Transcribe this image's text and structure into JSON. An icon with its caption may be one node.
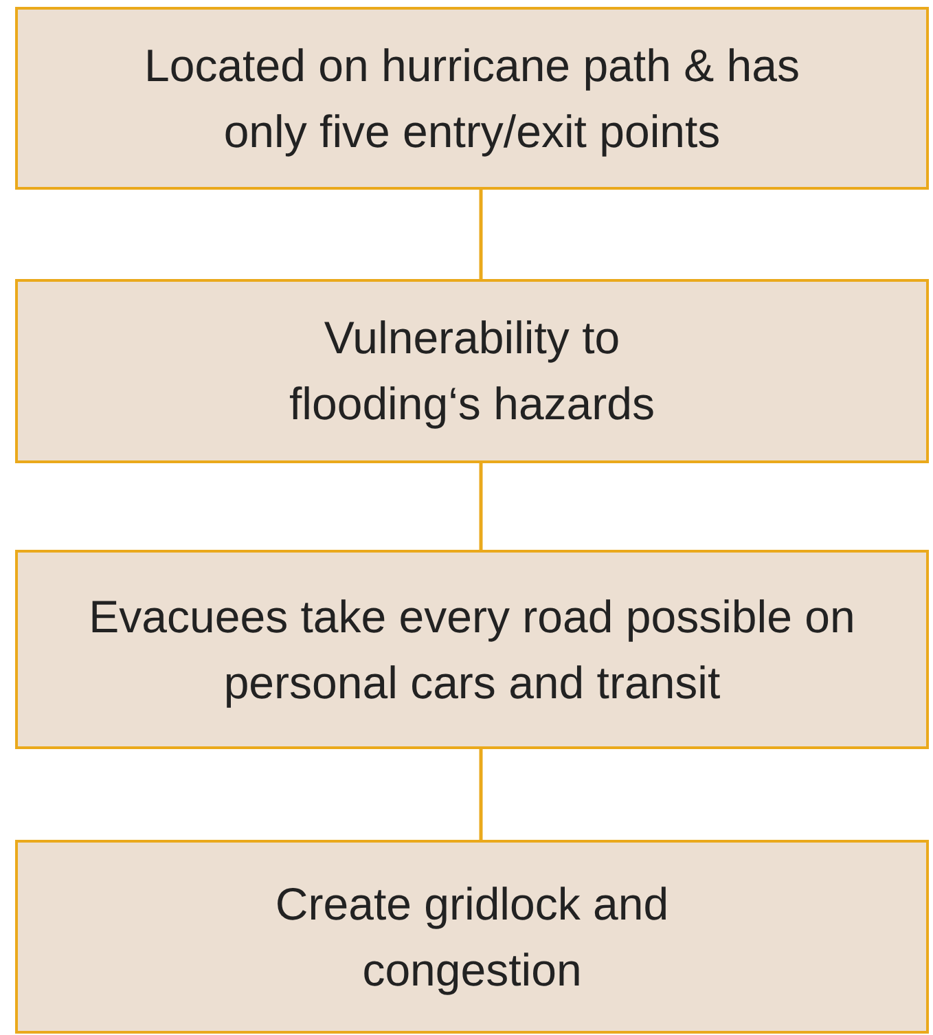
{
  "diagram": {
    "nodes": [
      {
        "text": [
          "Located on hurricane path & has only five entry/exit points"
        ]
      },
      {
        "text": [
          "Vulnerability to flooding‘s hazards"
        ]
      },
      {
        "text": [
          "Evacuees take every road possible on personal cars and transit"
        ]
      },
      {
        "text": [
          "Create gridlock and congestion"
        ]
      }
    ],
    "edges": [
      {
        "from": 0,
        "to": 1,
        "arrow": "none"
      },
      {
        "from": 1,
        "to": 2,
        "arrow": "none"
      },
      {
        "from": 2,
        "to": 3,
        "arrow": "none"
      }
    ]
  }
}
